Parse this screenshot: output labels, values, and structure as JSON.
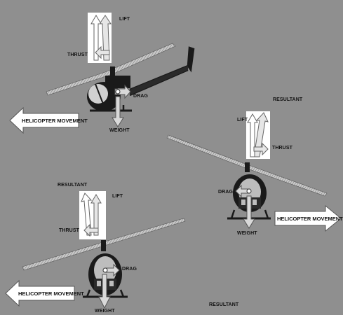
{
  "diagrams": [
    {
      "lift": "LIFT",
      "thrust": "THRUST",
      "drag": "DRAG",
      "weight": "WEIGHT",
      "movement": "HELICOPTER MOVEMENT",
      "resultant": "RESULTANT"
    },
    {
      "lift": "LIFT",
      "thrust": "THRUST",
      "drag": "DRAG",
      "weight": "WEIGHT",
      "movement": "HELICOPTER MOVEMENT",
      "resultant": "RESULTANT"
    },
    {
      "lift": "LIFT",
      "thrust": "THRUST",
      "drag": "DRAG",
      "weight": "WEIGHT",
      "movement": "HELICOPTER MOVEMENT",
      "resultant": "RESULTANT"
    }
  ],
  "colors": {
    "background": "#8f8f8f",
    "vector_box": "#ffffff",
    "fuselage": "#1a1a1a",
    "arrow_fill": "#d9d9d9"
  }
}
